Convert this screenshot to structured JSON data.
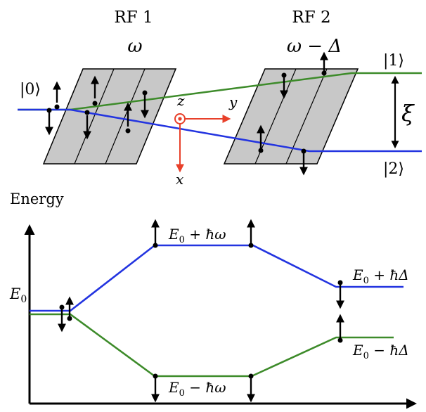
{
  "top": {
    "rf1_label": "RF 1",
    "rf1_freq": "ω",
    "rf2_label": "RF 2",
    "rf2_freq": "ω − Δ",
    "state0": "|0⟩",
    "state1": "|1⟩",
    "state2": "|2⟩",
    "separation": "ξ",
    "axis_z": "z",
    "axis_y": "y",
    "axis_x": "x"
  },
  "bottom": {
    "ylabel": "Energy",
    "e0": "E",
    "e0_sub": "0",
    "e0_plus_hw_rest": " + ħω",
    "e0_minus_hw_rest": " − ħω",
    "e0_plus_hd_rest": " + ħΔ",
    "e0_minus_hd_rest": " − ħΔ"
  },
  "colors": {
    "green": "#3d8b2a",
    "blue": "#2334e0",
    "red": "#e8402a",
    "plate": "#c8c8c8"
  }
}
